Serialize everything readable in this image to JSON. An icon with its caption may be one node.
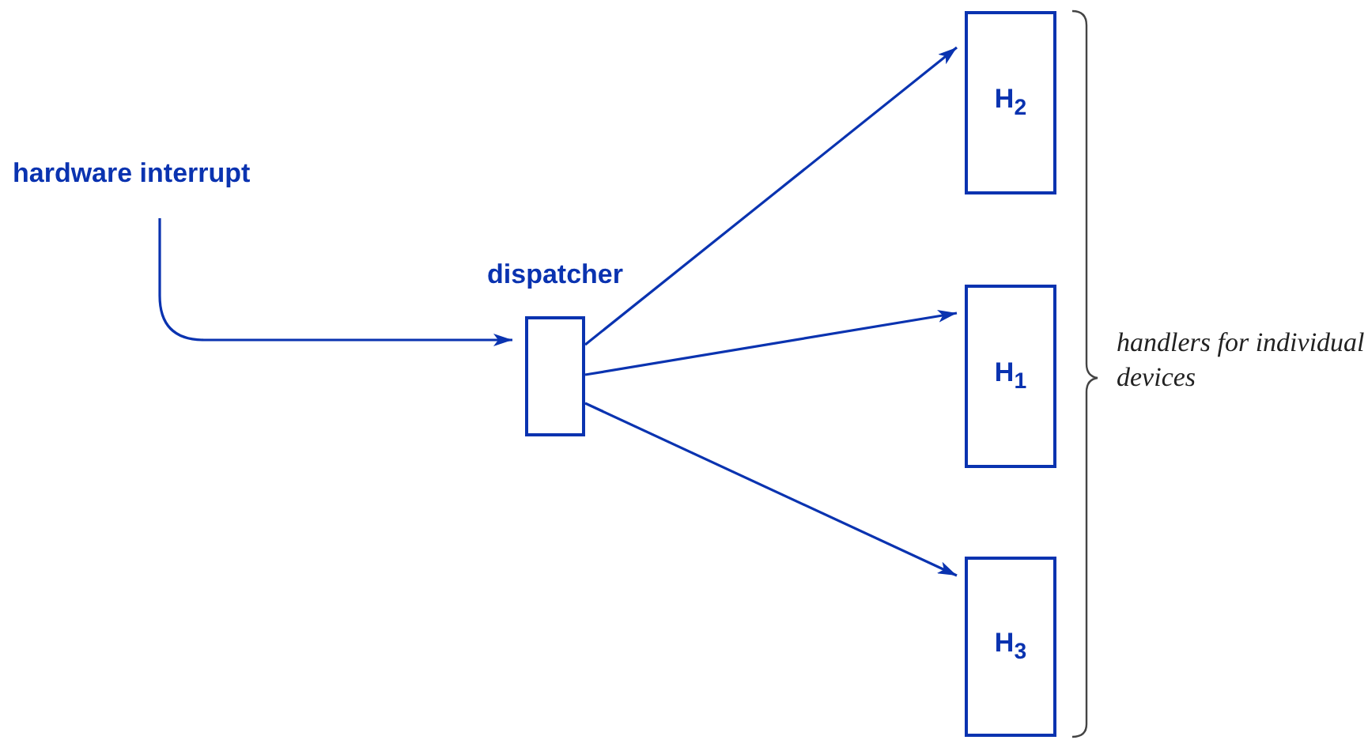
{
  "diagram": {
    "nodes": [
      {
        "text": [
          "hardware interrupt"
        ]
      },
      {
        "text": [
          "dispatcher"
        ]
      },
      {
        "text": [
          "H$_{2}$"
        ]
      },
      {
        "text": [
          "H$_{1}$"
        ]
      },
      {
        "text": [
          "H$_{3}$"
        ]
      }
    ],
    "edges": [
      {
        "from": 0,
        "to": 1,
        "arrow": "to"
      },
      {
        "from": 1,
        "to": 2,
        "arrow": "to"
      },
      {
        "from": 1,
        "to": 3,
        "arrow": "to"
      },
      {
        "from": 1,
        "to": 4,
        "arrow": "to"
      }
    ],
    "labels": [
      "handlers for individual devices"
    ]
  }
}
